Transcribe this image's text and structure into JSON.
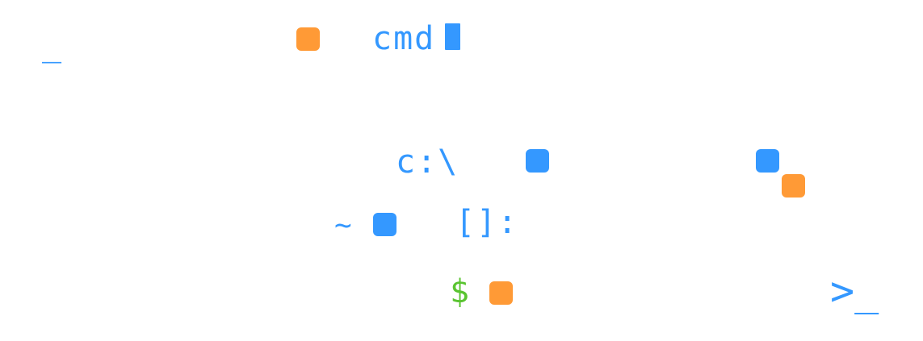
{
  "colors": {
    "blue": "#3498ff",
    "orange": "#ff9a36",
    "green": "#5ac431",
    "background": "#ffffff"
  },
  "glyphs": {
    "underscore": "_",
    "cmd": "cmd",
    "drive": "c:\\",
    "tilde": "~",
    "brackets": "[]:",
    "dollar": "$",
    "prompt": ">_"
  },
  "icons": {
    "squares": [
      {
        "name": "orange-square-icon",
        "color": "orange"
      },
      {
        "name": "blue-square-icon-1",
        "color": "blue"
      },
      {
        "name": "blue-square-icon-2",
        "color": "blue"
      },
      {
        "name": "orange-square-icon-2",
        "color": "orange"
      },
      {
        "name": "blue-square-icon-3",
        "color": "blue"
      },
      {
        "name": "orange-square-icon-3",
        "color": "orange"
      }
    ],
    "cursor": {
      "name": "text-cursor-icon",
      "color": "blue"
    }
  }
}
